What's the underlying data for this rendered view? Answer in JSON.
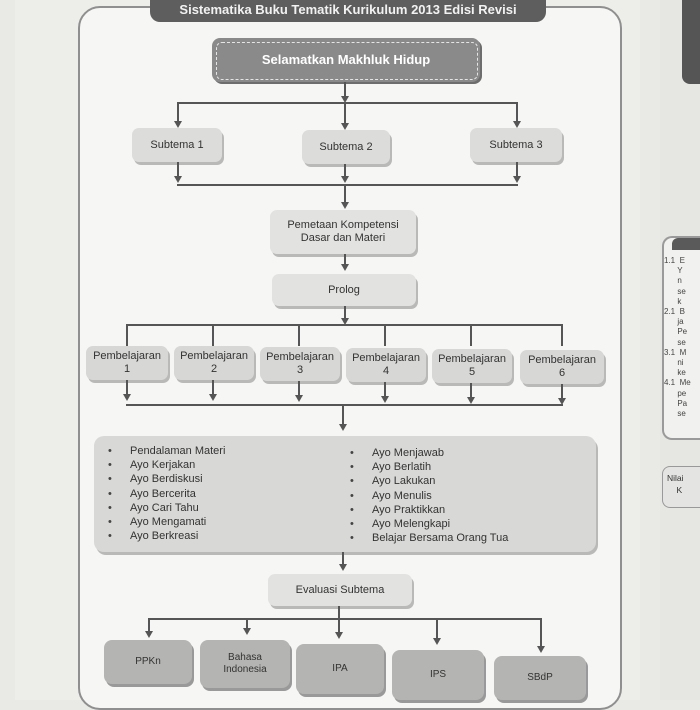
{
  "header": {
    "title": "Sistematika Buku Tematik Kurikulum 2013 Edisi Revisi"
  },
  "theme": {
    "label": "Selamatkan Makhluk Hidup"
  },
  "subthemes": [
    {
      "label": "Subtema 1"
    },
    {
      "label": "Subtema 2"
    },
    {
      "label": "Subtema 3"
    }
  ],
  "mapping": {
    "label": "Pemetaan Kompetensi\nDasar dan Materi"
  },
  "prolog": {
    "label": "Prolog"
  },
  "lessons": [
    {
      "label": "Pembelajaran\n1"
    },
    {
      "label": "Pembelajaran\n2"
    },
    {
      "label": "Pembelajaran\n3"
    },
    {
      "label": "Pembelajaran\n4"
    },
    {
      "label": "Pembelajaran\n5"
    },
    {
      "label": "Pembelajaran\n6"
    }
  ],
  "activities": {
    "left": [
      "Pendalaman Materi",
      "Ayo Kerjakan",
      "Ayo Berdiskusi",
      "Ayo Bercerita",
      "Ayo Cari Tahu",
      "Ayo Mengamati",
      "Ayo Berkreasi"
    ],
    "right": [
      "Ayo Menjawab",
      "Ayo Berlatih",
      "Ayo Lakukan",
      "Ayo Menulis",
      "Ayo Praktikkan",
      "Ayo Melengkapi",
      "Belajar Bersama Orang Tua"
    ]
  },
  "evaluation": {
    "label": "Evaluasi Subtema"
  },
  "subjects": [
    {
      "label": "PPKn"
    },
    {
      "label": "Bahasa\nIndonesia"
    },
    {
      "label": "IPA"
    },
    {
      "label": "IPS"
    },
    {
      "label": "SBdP"
    }
  ],
  "side_panel": {
    "lines": "1.1  E\n      Y\n      n\n      se\n      k\n2.1  B\n      ja\n      Pe\n      se\n3.1  M\n      ni\n      ke\n4.1  Me\n      pe\n      Pa\n      se",
    "footer": "Nilai\n    K"
  }
}
